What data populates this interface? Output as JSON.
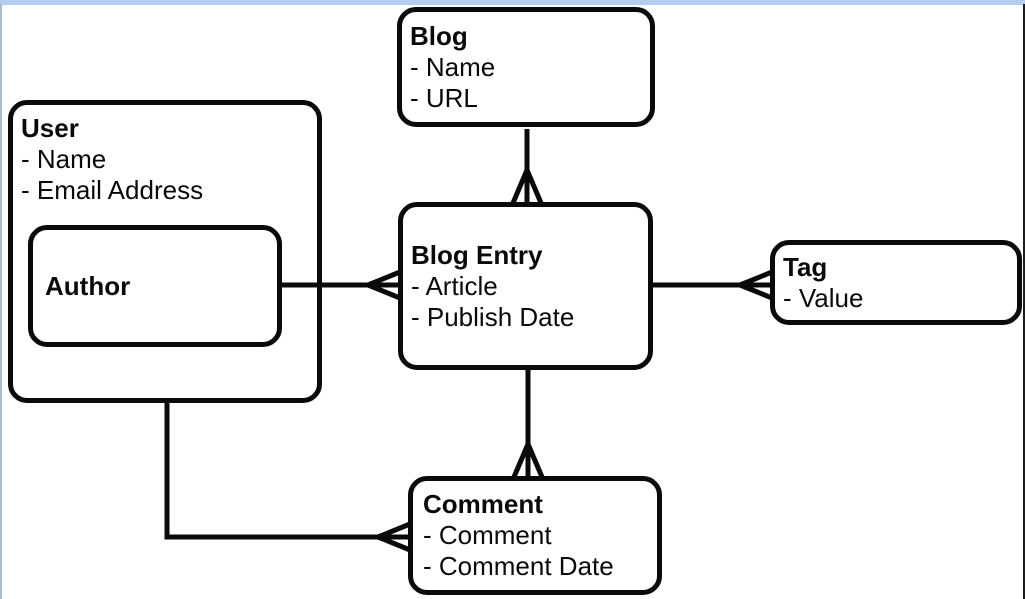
{
  "frame": {
    "top_edge_color": "#b3cdf1",
    "left_edge_color": "#a8bccb",
    "right_edge_color": "#1d1d1d"
  },
  "diagram": {
    "background_color": "#ffffff",
    "line_color": "#0a0a0a",
    "notation": "crows-foot",
    "entities": {
      "blog": {
        "title": "Blog",
        "attributes": [
          "- Name",
          "- URL"
        ]
      },
      "user": {
        "title": "User",
        "attributes": [
          "- Name",
          "- Email Address"
        ]
      },
      "author": {
        "title": "Author",
        "attributes": []
      },
      "blog_entry": {
        "title": "Blog Entry",
        "attributes": [
          "- Article",
          "- Publish Date"
        ]
      },
      "tag": {
        "title": "Tag",
        "attributes": [
          "- Value"
        ]
      },
      "comment": {
        "title": "Comment",
        "attributes": [
          "- Comment",
          "- Comment Date"
        ]
      }
    },
    "relationships": [
      {
        "from": "Blog",
        "to": "Blog Entry",
        "cardinality": "one-to-many"
      },
      {
        "from": "Author",
        "to": "Blog Entry",
        "cardinality": "one-to-many"
      },
      {
        "from": "Blog Entry",
        "to": "Tag",
        "cardinality": "one-to-many"
      },
      {
        "from": "Blog Entry",
        "to": "Comment",
        "cardinality": "one-to-many"
      },
      {
        "from": "User",
        "to": "Comment",
        "cardinality": "one-to-many"
      }
    ]
  }
}
